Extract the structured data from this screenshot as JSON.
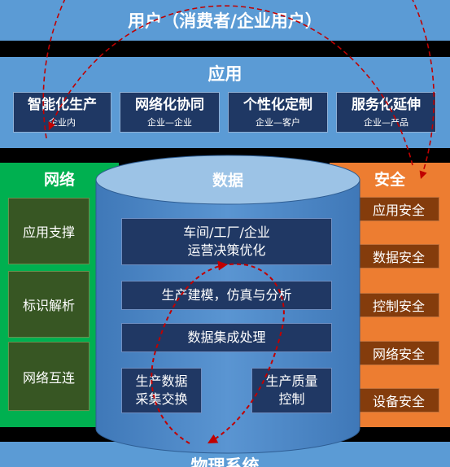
{
  "top_band": {
    "title": "用户（消费者/企业用户）"
  },
  "app_layer": {
    "title": "应用",
    "items": [
      {
        "title": "智能化生产",
        "sub": "企业内"
      },
      {
        "title": "网络化协同",
        "sub": "企业—企业"
      },
      {
        "title": "个性化定制",
        "sub": "企业—客户"
      },
      {
        "title": "服务化延伸",
        "sub": "企业—产品"
      }
    ]
  },
  "network": {
    "title": "网络",
    "items": [
      "应用支撑",
      "标识解析",
      "网络互连"
    ]
  },
  "security": {
    "title": "安全",
    "items": [
      "应用安全",
      "数据安全",
      "控制安全",
      "网络安全",
      "设备安全"
    ]
  },
  "data": {
    "title": "数据",
    "decision": [
      "车间/工厂/企业",
      "运营决策优化"
    ],
    "modeling": "生产建模，仿真与分析",
    "integration": "数据集成处理",
    "collection": [
      "生产数据",
      "采集交换"
    ],
    "quality": [
      "生产质量",
      "控制"
    ]
  },
  "bottom_band": {
    "title": "物理系统"
  },
  "colors": {
    "band_blue": "#5b9bd5",
    "dark_navy": "#1f3864",
    "network_green": "#00b050",
    "security_orange": "#ed7d31",
    "arrow_red": "#c00000"
  }
}
